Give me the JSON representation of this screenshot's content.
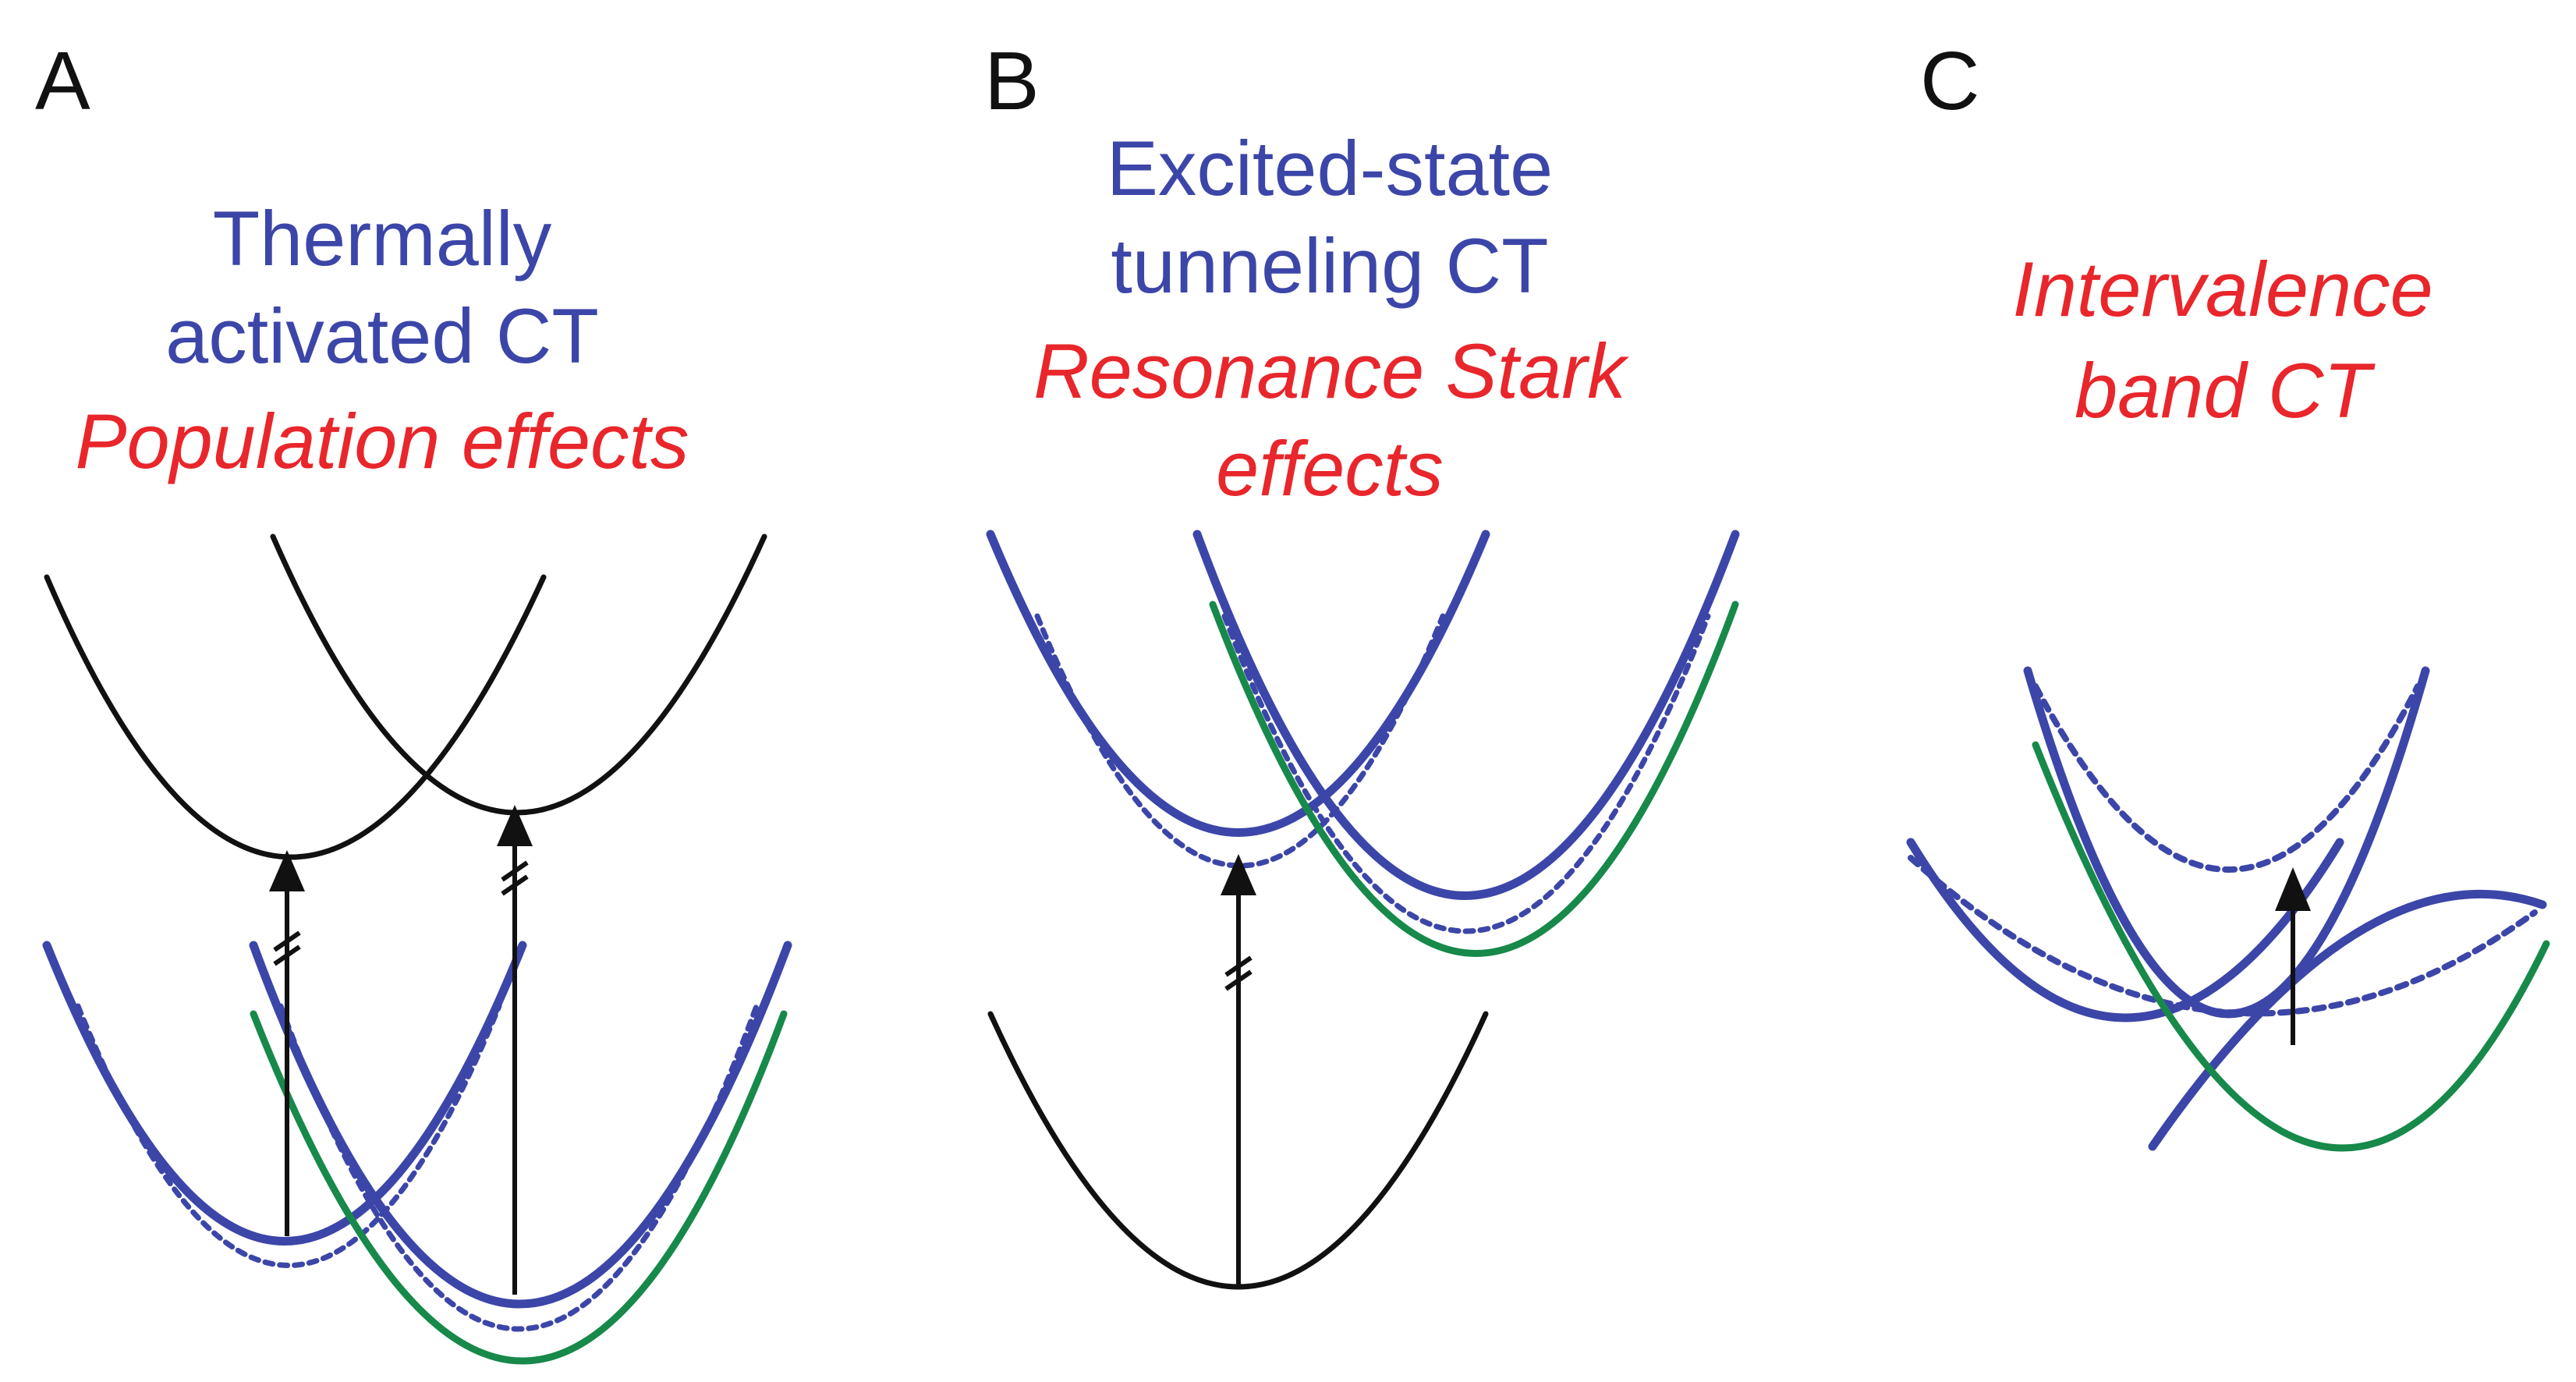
{
  "colors": {
    "blue": "#3c46a8",
    "red": "#e8262b",
    "green": "#17894a",
    "black": "#111111"
  },
  "panels": [
    {
      "letter": "A",
      "title_blue": [
        "Thermally",
        "activated CT"
      ],
      "title_red": [
        "Population effects"
      ]
    },
    {
      "letter": "B",
      "title_blue": [
        "Excited-state",
        "tunneling CT"
      ],
      "title_red": [
        "Resonance Stark",
        "effects"
      ]
    },
    {
      "letter": "C",
      "title_blue": [],
      "title_red": [
        "Intervalence",
        "band CT"
      ]
    }
  ]
}
